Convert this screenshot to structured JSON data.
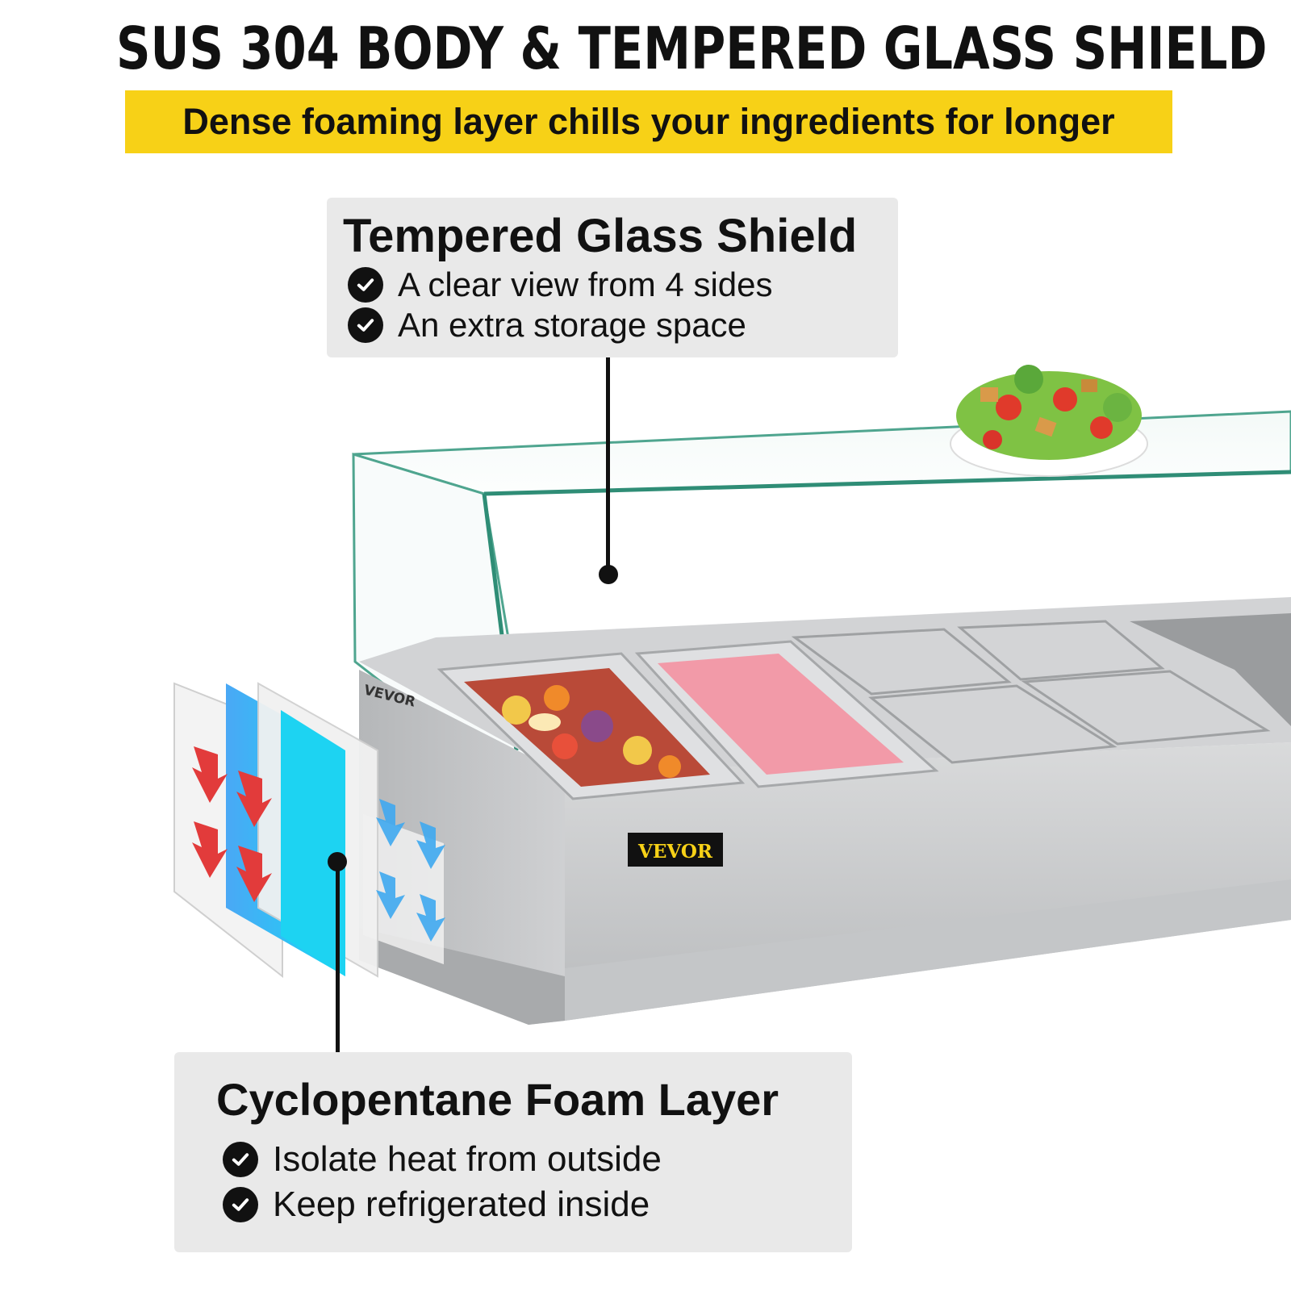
{
  "headline": "SUS 304 BODY & TEMPERED GLASS SHIELD",
  "banner": "Dense foaming layer chills your ingredients for longer",
  "glass_callout": {
    "title": "Tempered Glass Shield",
    "bullets": [
      "A clear view from 4 sides",
      "An extra storage space"
    ]
  },
  "foam_callout": {
    "title": "Cyclopentane Foam Layer",
    "bullets": [
      "Isolate heat from outside",
      "Keep refrigerated inside"
    ]
  },
  "product": {
    "brand_badge": "VEVOR",
    "side_brand": "VEVOR"
  },
  "colors": {
    "banner": "#f7d117",
    "callout_bg": "#e9e9e9",
    "steel": "#c9cbcd",
    "foam_blue": "#1ec8f0",
    "heat_arrow": "#e23b3b",
    "cold_arrow": "#3fa9f0"
  }
}
